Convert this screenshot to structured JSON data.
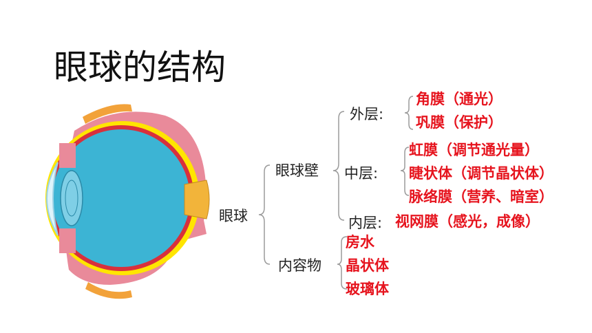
{
  "title": "眼球的结构",
  "colors": {
    "leaf_text": "#e6141e",
    "node_text": "#222222",
    "bracket": "#9a9a9a",
    "eye_fill": "#3cb4d4",
    "eye_sclera": "#e98a9a",
    "eye_yellow": "#ffe500"
  },
  "tree": {
    "root": "眼球",
    "wall": {
      "label": "眼球壁",
      "outer": {
        "label": "外层:",
        "items": [
          "角膜（通光）",
          "巩膜（保护）"
        ]
      },
      "middle": {
        "label": "中层:",
        "items": [
          "虹膜（调节通光量）",
          "睫状体（调节晶状体）",
          "脉络膜（营养、暗室）"
        ]
      },
      "inner": {
        "label": "内层:",
        "items": [
          "视网膜（感光，成像）"
        ]
      }
    },
    "contents": {
      "label": "内容物",
      "items": [
        "房水",
        "晶状体",
        "玻璃体"
      ]
    }
  }
}
